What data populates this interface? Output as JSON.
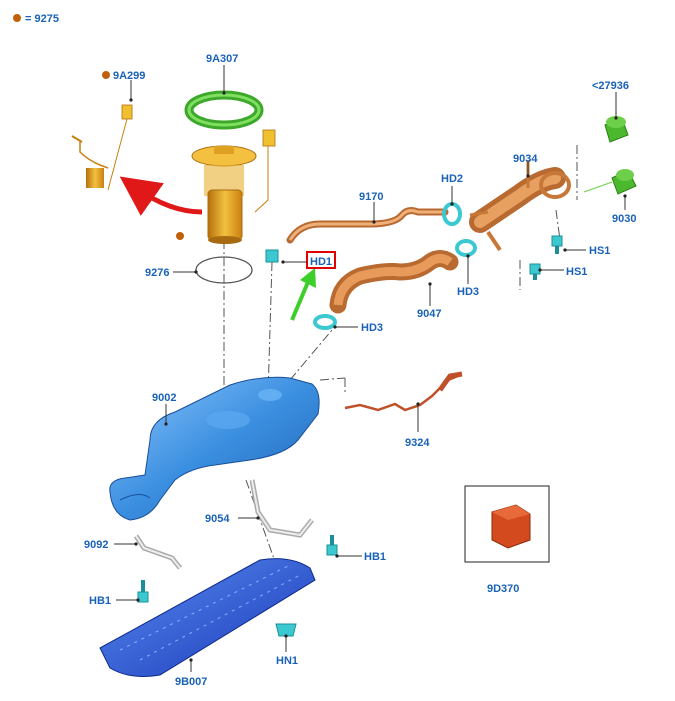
{
  "legend": {
    "marker_color": "#c0600a",
    "text": "= 9275"
  },
  "labels": {
    "9A299": "9A299",
    "9A307": "9A307",
    "27936": "<27936",
    "9034": "9034",
    "HD2": "HD2",
    "9170": "9170",
    "9030": "9030",
    "HS1_upper": "HS1",
    "HS1_lower": "HS1",
    "HD1": "HD1",
    "HD3_upper": "HD3",
    "9276": "9276",
    "9047": "9047",
    "HD3_lower": "HD3",
    "9002": "9002",
    "9324": "9324",
    "9054": "9054",
    "9092": "9092",
    "HB1_right": "HB1",
    "HB1_left": "HB1",
    "HN1": "HN1",
    "9B007": "9B007",
    "9D370": "9D370"
  },
  "colors": {
    "label_blue": "#1a62b8",
    "tank_blue": "#3b8fe0",
    "pump_yellow": "#e8a21a",
    "hose_orange": "#d98a4a",
    "clip_cyan": "#3cc8d0",
    "ring_green": "#5cc43a",
    "arrow_red": "#e01818",
    "arrow_green": "#3ccf2a",
    "highlight_red": "#e00000"
  }
}
